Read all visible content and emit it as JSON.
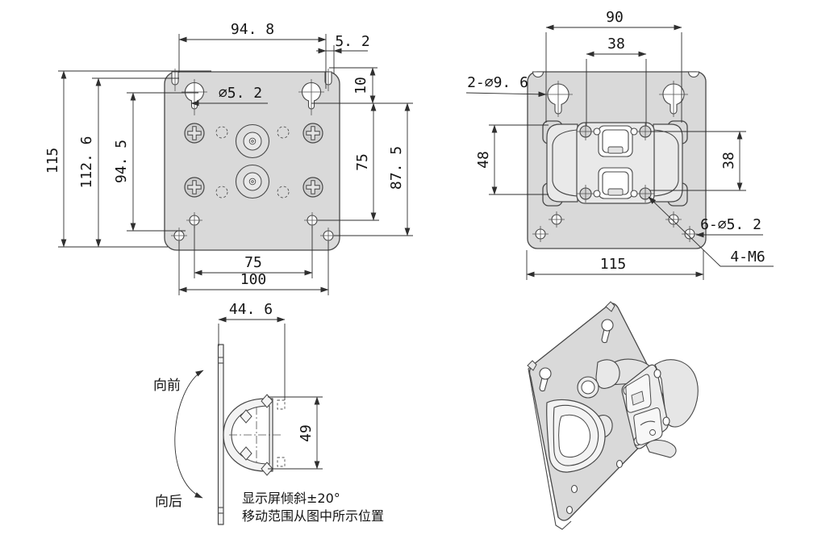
{
  "front_view": {
    "dim_top_span": "94. 8",
    "dim_top_edge_offset": "5. 2",
    "dim_top_inset": "10",
    "label_keyhole_dia": "∅5. 2",
    "dim_height_total": "115",
    "dim_height_mid": "112. 6",
    "dim_height_inner": "94. 5",
    "dim_right_inner": "75",
    "dim_right_outer": "87. 5",
    "dim_bottom_inner": "75",
    "dim_bottom_outer": "100"
  },
  "rear_view": {
    "dim_top_span": "90",
    "dim_top_inner": "38",
    "label_keyhole_dia": "2-∅9. 6",
    "dim_left_height": "48",
    "dim_right_height": "38",
    "label_plate_holes": "6-∅5. 2",
    "label_thread_holes": "4-M6",
    "dim_bottom_span": "115"
  },
  "side_view": {
    "dim_depth": "44. 6",
    "dim_height": "49",
    "label_tilt_forward": "向前",
    "label_tilt_backward": "向后",
    "note_line1": "显示屏倾斜±20°",
    "note_line2": "移动范围从图中所示位置"
  }
}
